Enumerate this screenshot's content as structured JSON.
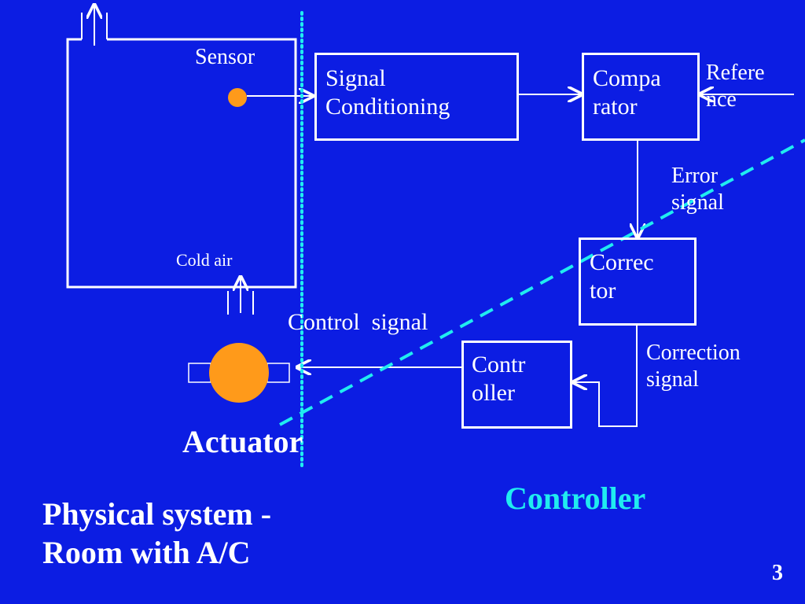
{
  "labels": {
    "sensor": "Sensor",
    "cold_air": "Cold air",
    "signal_conditioning": "Signal\nConditioning",
    "comparator": "Compa\nrator",
    "reference": "Refere\nnce",
    "error_signal": "Error\nsignal",
    "corrector": "Correc\ntor",
    "correction_signal": "Correction\nsignal",
    "controller_box": "Contr\noller",
    "control_signal": "Control  signal",
    "actuator": "Actuator",
    "physical_system": "Physical system -\nRoom with A/C",
    "controller_heading": "Controller",
    "page_number": "3"
  },
  "colors": {
    "background": "#0c1de3",
    "foreground": "#ffffff",
    "accent_cyan": "#20ecf0",
    "sensor_orange": "#ff9a1a"
  }
}
